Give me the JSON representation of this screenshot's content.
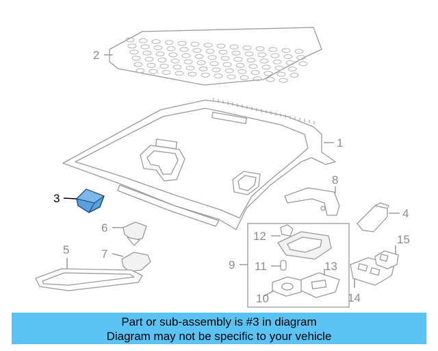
{
  "callouts": {
    "c1": "1",
    "c2": "2",
    "c3": "3",
    "c4": "4",
    "c5": "5",
    "c6": "6",
    "c7": "7",
    "c8": "8",
    "c9": "9",
    "c10": "10",
    "c11": "11",
    "c12": "12",
    "c13": "13",
    "c14": "14",
    "c15": "15"
  },
  "highlighted_part": "3",
  "colors": {
    "highlight": "#5aa0de",
    "banner": "#5bc2f4",
    "line": "#9a9a9a"
  },
  "banner": {
    "line1": "Part or sub-assembly is #3 in diagram",
    "line2": "Diagram may not be specific to your vehicle"
  }
}
